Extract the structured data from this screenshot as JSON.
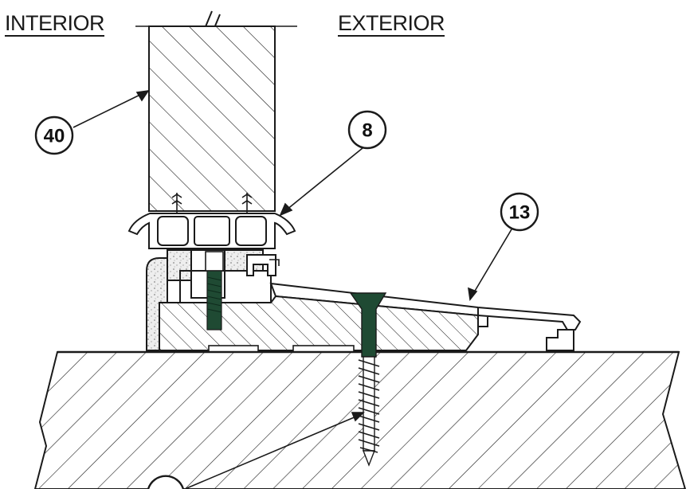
{
  "labels": {
    "interior": "INTERIOR",
    "exterior": "EXTERIOR"
  },
  "callouts": [
    {
      "id": "c40",
      "text": "40"
    },
    {
      "id": "c8",
      "text": "8"
    },
    {
      "id": "c13",
      "text": "13"
    },
    {
      "id": "c-bottom",
      "text": ""
    }
  ],
  "colors": {
    "line": "#1a1a1a",
    "screw": "#1f4a33",
    "speckle": "#c8c8c8",
    "background": "#ffffff"
  }
}
